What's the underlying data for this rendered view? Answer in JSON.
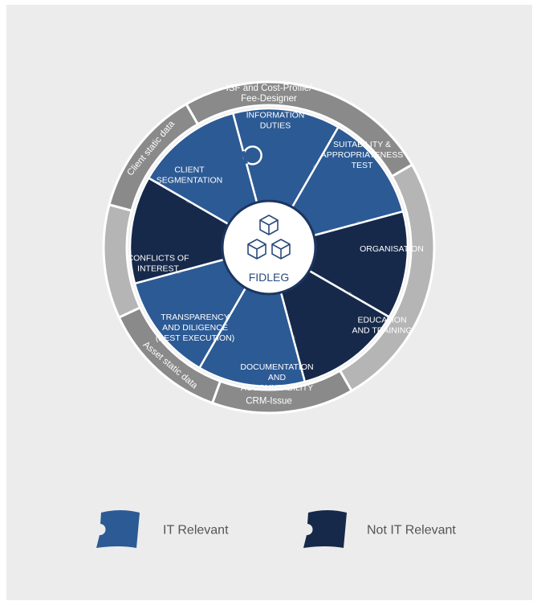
{
  "center": {
    "title": "FIDLEG",
    "icon": "cubes-icon"
  },
  "segments": [
    {
      "id": "information-duties",
      "lines": [
        "INFORMATION",
        "DUTIES"
      ],
      "category": "it"
    },
    {
      "id": "suitability",
      "lines": [
        "SUITABILITY &",
        "APPROPRIATENESS",
        "TEST"
      ],
      "category": "it"
    },
    {
      "id": "organisation",
      "lines": [
        "ORGANISATION"
      ],
      "category": "not_it"
    },
    {
      "id": "education-training",
      "lines": [
        "EDUCATION",
        "AND TRAINING"
      ],
      "category": "not_it"
    },
    {
      "id": "documentation",
      "lines": [
        "DOCUMENTATION",
        "AND",
        "ACCOUNTABILITY"
      ],
      "category": "it"
    },
    {
      "id": "transparency",
      "lines": [
        "TRANSPARENCY",
        "AND DILIGENCE",
        "(BEST EXECUTION)"
      ],
      "category": "it"
    },
    {
      "id": "conflicts",
      "lines": [
        "CONFLICTS OF",
        "INTEREST"
      ],
      "category": "not_it"
    },
    {
      "id": "client-segmentation",
      "lines": [
        "CLIENT",
        "SEGMENTATION"
      ],
      "category": "it"
    }
  ],
  "ring": [
    {
      "id": "isf",
      "lines": [
        "ISF and Cost-Profile/",
        "Fee-Designer"
      ],
      "shade": "dark"
    },
    {
      "id": "blank-right",
      "lines": [],
      "shade": "light"
    },
    {
      "id": "crm",
      "lines": [
        "CRM-Issue"
      ],
      "shade": "dark"
    },
    {
      "id": "asset",
      "lines": [
        "Asset static data"
      ],
      "shade": "dark"
    },
    {
      "id": "blank-left",
      "lines": [],
      "shade": "light"
    },
    {
      "id": "client-static",
      "lines": [
        "Client static data"
      ],
      "shade": "dark"
    }
  ],
  "colors": {
    "it": "#2c5a94",
    "not_it": "#16294a",
    "ring_dark": "#8a8a8a",
    "ring_light": "#b5b5b5",
    "panel": "#ececec",
    "center_text": "#2b4a7c"
  },
  "legend": [
    {
      "label": "IT Relevant",
      "category": "it"
    },
    {
      "label": "Not IT Relevant",
      "category": "not_it"
    }
  ]
}
